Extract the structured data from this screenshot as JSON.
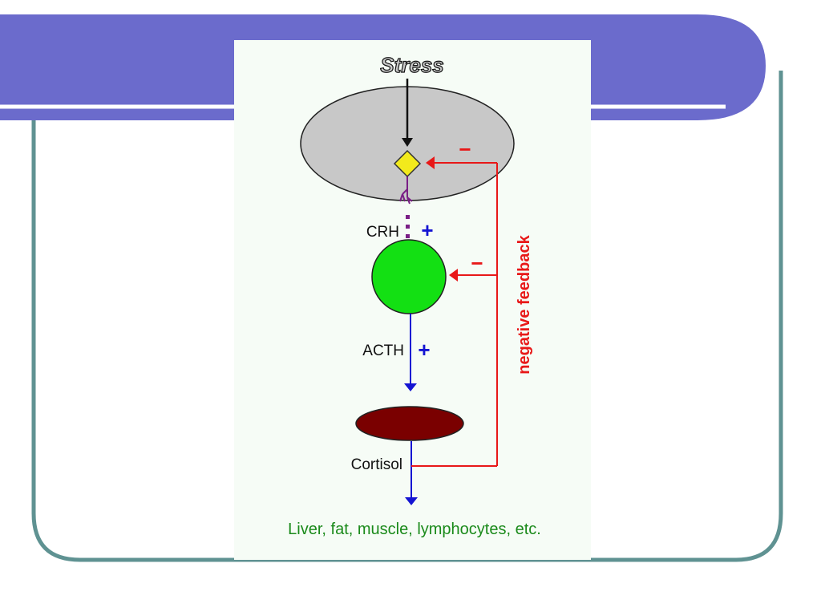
{
  "diagram": {
    "stress_label": "Stress",
    "crh_label": "CRH",
    "acth_label": "ACTH",
    "cortisol_label": "Cortisol",
    "targets_label": "Liver, fat, muscle, lymphocytes, etc.",
    "feedback_label": "negative feedback",
    "plus_sign": "+",
    "minus_sign": "−"
  },
  "colors": {
    "banner": "#6b6bcc",
    "frame": "#5f9292",
    "feedback": "#e81818",
    "stimulation": "#1414d2",
    "hypothalamus": "#c8c8c8",
    "pituitary": "#13e013",
    "adrenal": "#7a0000",
    "neuron": "#f2ea1c",
    "targets_text": "#1a8a1a"
  }
}
